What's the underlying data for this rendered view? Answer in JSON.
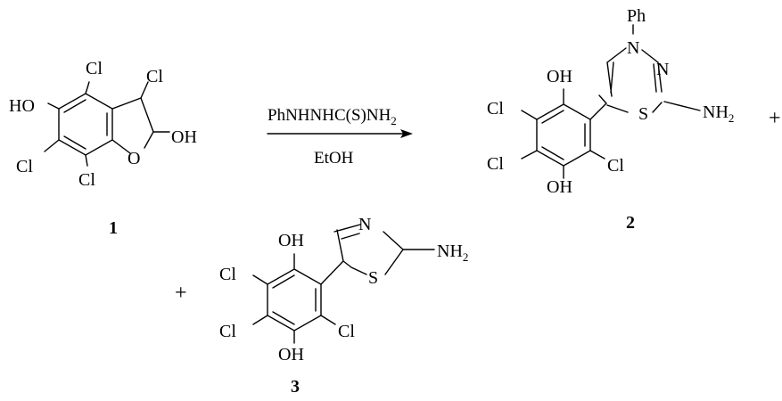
{
  "compound1": {
    "number": "1",
    "labels": {
      "ho": "HO",
      "cl_top": "Cl",
      "cl_ring": "Cl",
      "oh": "OH",
      "o_ring": "O",
      "cl_left": "Cl",
      "cl_bottom": "Cl"
    }
  },
  "conditions": {
    "reagent_main": "PhNHNHC(S)NH",
    "reagent_sub": "2",
    "solvent": "EtOH"
  },
  "compound2": {
    "number": "2",
    "labels": {
      "ph": "Ph",
      "n4": "N",
      "n3": "N",
      "s": "S",
      "nh": "NH",
      "nh_sub": "2",
      "oh_top": "OH",
      "oh_bottom": "OH",
      "cl_upper": "Cl",
      "cl_lower": "Cl",
      "cl_right": "Cl"
    }
  },
  "compound3": {
    "number": "3",
    "labels": {
      "n": "N",
      "s": "S",
      "nh": "NH",
      "nh_sub": "2",
      "oh_top": "OH",
      "oh_bottom": "OH",
      "cl_upper": "Cl",
      "cl_lower": "Cl",
      "cl_right": "Cl"
    }
  },
  "plus_signs": {
    "first": "+",
    "second": "+"
  }
}
